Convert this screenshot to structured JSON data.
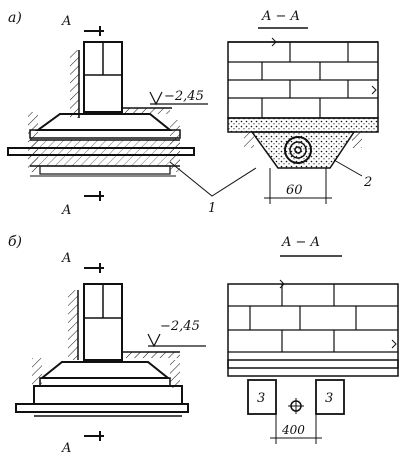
{
  "panel_a": {
    "tag": "а)",
    "section_top": "A",
    "section_bottom": "A",
    "elevation": "−2,45",
    "section_title": "A − A",
    "dimension": "60",
    "callout_1": "1",
    "callout_2": "2"
  },
  "panel_b": {
    "tag": "б)",
    "section_top": "A",
    "section_bottom": "A",
    "elevation": "−2,45",
    "section_title": "A − A",
    "dimension": "400",
    "support_left": "3",
    "support_right": "3"
  }
}
